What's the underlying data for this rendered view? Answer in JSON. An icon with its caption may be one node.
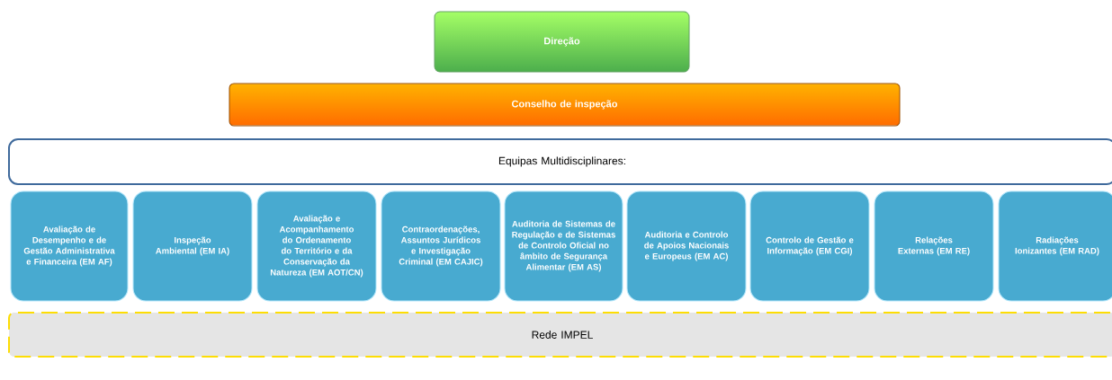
{
  "diagram": {
    "nodes": [
      {
        "text": [
          "Direção"
        ]
      },
      {
        "text": [
          "Conselho de inspeção"
        ]
      },
      {
        "text": [
          "Equipas Multidisciplinares:"
        ]
      },
      {
        "text": [
          "Avaliação de Desempenho e de Gestão Administrativa e Financeira (EM AF)"
        ]
      },
      {
        "text": [
          "Inspeção Ambiental (EM IA)"
        ]
      },
      {
        "text": [
          "Avaliação e Acompanhamento do Ordenamento do Território e da Conservação da Natureza (EM AOT/CN)"
        ]
      },
      {
        "text": [
          "Contraordenações, Assuntos Jurídicos e Investigação Criminal (EM CAJIC)"
        ]
      },
      {
        "text": [
          "Auditoria de Sistemas de Regulação e de Sistemas de Controlo Oficial no âmbito de Segurança Alimentar (EM AS)"
        ]
      },
      {
        "text": [
          "Auditoria e Controlo de Apoios Nacionais e Europeus (EM AC)"
        ]
      },
      {
        "text": [
          "Controlo de Gestão e Informação (EM CGI)"
        ]
      },
      {
        "text": [
          "Relações Externas (EM RE)"
        ]
      },
      {
        "text": [
          "Radiações Ionizantes (EM RAD)"
        ]
      },
      {
        "text": [
          "Rede IMPEL"
        ]
      }
    ],
    "edges": []
  }
}
